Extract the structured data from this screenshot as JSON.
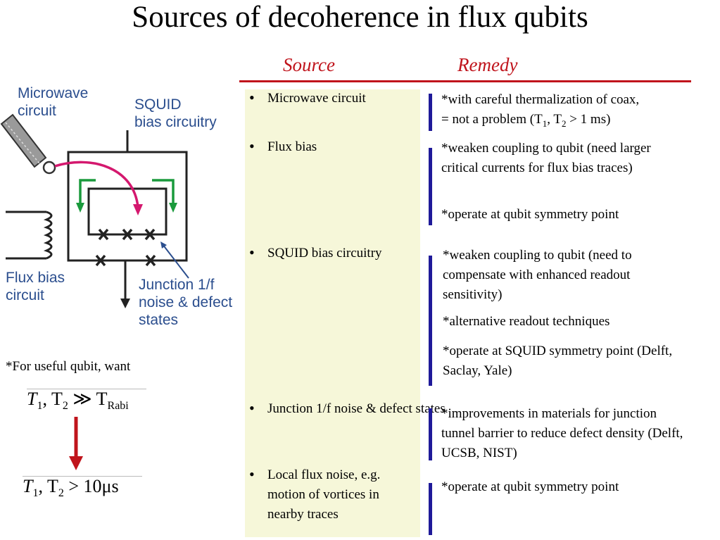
{
  "title": "Sources of decoherence in flux qubits",
  "headers": {
    "source": "Source",
    "remedy": "Remedy"
  },
  "diagram": {
    "microwave_label_1": "Microwave",
    "microwave_label_2": "circuit",
    "squid_label_1": "SQUID",
    "squid_label_2": "bias circuitry",
    "flux_label_1": "Flux bias",
    "flux_label_2": "circuit",
    "junction_label_1": "Junction 1/f",
    "junction_label_2": "noise & defect",
    "junction_label_3": "states"
  },
  "note": "*For useful qubit, want",
  "math": {
    "eq1_lhs": "T",
    "eq1_sub1": "1",
    "eq1_mid": ", T",
    "eq1_sub2": "2",
    "eq1_rel": " ≫ T",
    "eq1_sub3": "Rabi",
    "eq2_lhs": "T",
    "eq2_sub1": "1",
    "eq2_mid": ", T",
    "eq2_sub2": "2",
    "eq2_rel": " > 10μs"
  },
  "sources": [
    {
      "text": "Microwave circuit"
    },
    {
      "text": "Flux bias"
    },
    {
      "text": "SQUID bias circuitry"
    },
    {
      "text": "Junction 1/f noise & defect states"
    },
    {
      "text": "Local flux noise, e.g. motion of vortices in nearby traces"
    }
  ],
  "remedies": {
    "r0a": "*with careful thermalization of coax,",
    "r0b_pre": "= not a problem (T",
    "r0b_s1": "1",
    "r0b_mid": ", T",
    "r0b_s2": "2",
    "r0b_post": " > 1 ms)",
    "r1": "*weaken coupling to qubit (need larger critical currents for flux bias traces)",
    "r2": "*operate at qubit symmetry point",
    "r3": "*weaken coupling to qubit (need to compensate with enhanced readout sensitivity)",
    "r4": "*alternative readout techniques",
    "r5": "*operate at SQUID symmetry point (Delft, Saclay, Yale)",
    "r6": "*improvements in materials for junction tunnel barrier to reduce defect density (Delft, UCSB, NIST)",
    "r7": "*operate at qubit symmetry point"
  },
  "colors": {
    "header_red": "#c0141c",
    "bar_blue": "#1f1a99",
    "column_fill": "#f6f7d9",
    "diagram_blue": "#2b4e8e",
    "arrow_magenta": "#d4186e",
    "arrow_green": "#1a9a3c"
  }
}
